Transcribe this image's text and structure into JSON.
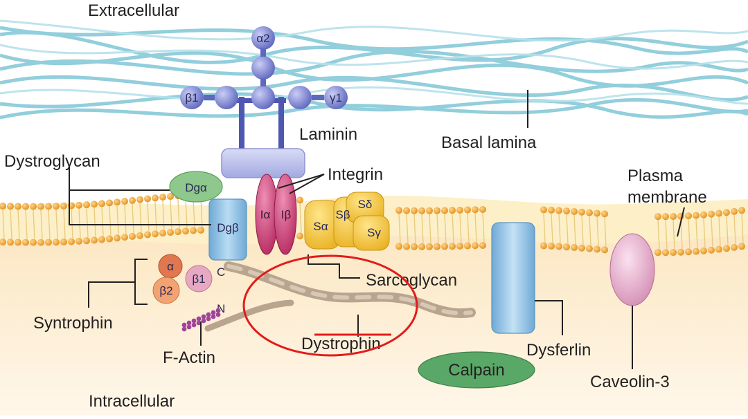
{
  "labels": {
    "extracellular": "Extracellular",
    "intracellular": "Intracellular",
    "laminin": "Laminin",
    "basal_lamina": "Basal lamina",
    "dystroglycan": "Dystroglycan",
    "integrin": "Integrin",
    "plasma_membrane_line1": "Plasma",
    "plasma_membrane_line2": "membrane",
    "sarcoglycan": "Sarcoglycan",
    "syntrophin": "Syntrophin",
    "f_actin": "F-Actin",
    "dystrophin": "Dystrophin",
    "calpain": "Calpain",
    "dysferlin": "Dysferlin",
    "caveolin3": "Caveolin-3"
  },
  "subunits": {
    "alpha2": "α2",
    "beta1_laminin": "β1",
    "gamma1": "γ1",
    "dg_alpha": "Dgα",
    "dg_beta": "Dgβ",
    "integrin_alpha": "Iα",
    "integrin_beta": "Iβ",
    "s_alpha": "Sα",
    "s_beta": "Sβ",
    "s_delta": "Sδ",
    "s_gamma": "Sγ",
    "syn_alpha": "α",
    "syn_beta1": "β1",
    "syn_beta2": "β2",
    "c_terminus": "C",
    "n_terminus": "N"
  },
  "colors": {
    "basal_lamina": "#7fc6d6",
    "laminin": "#6f78c9",
    "membrane_beads": "#f2a941",
    "dystroglycan_alpha": "#8ec88c",
    "dystroglycan_beta": "#8fc3e6",
    "integrin": "#c8386e",
    "sarcoglycan": "#f4c945",
    "dysferlin": "#8fc3e6",
    "caveolin": "#e3a7c9",
    "calpain": "#5aa867",
    "dystrophin": "#b9a58f",
    "annotation_red": "#e31b1b"
  }
}
